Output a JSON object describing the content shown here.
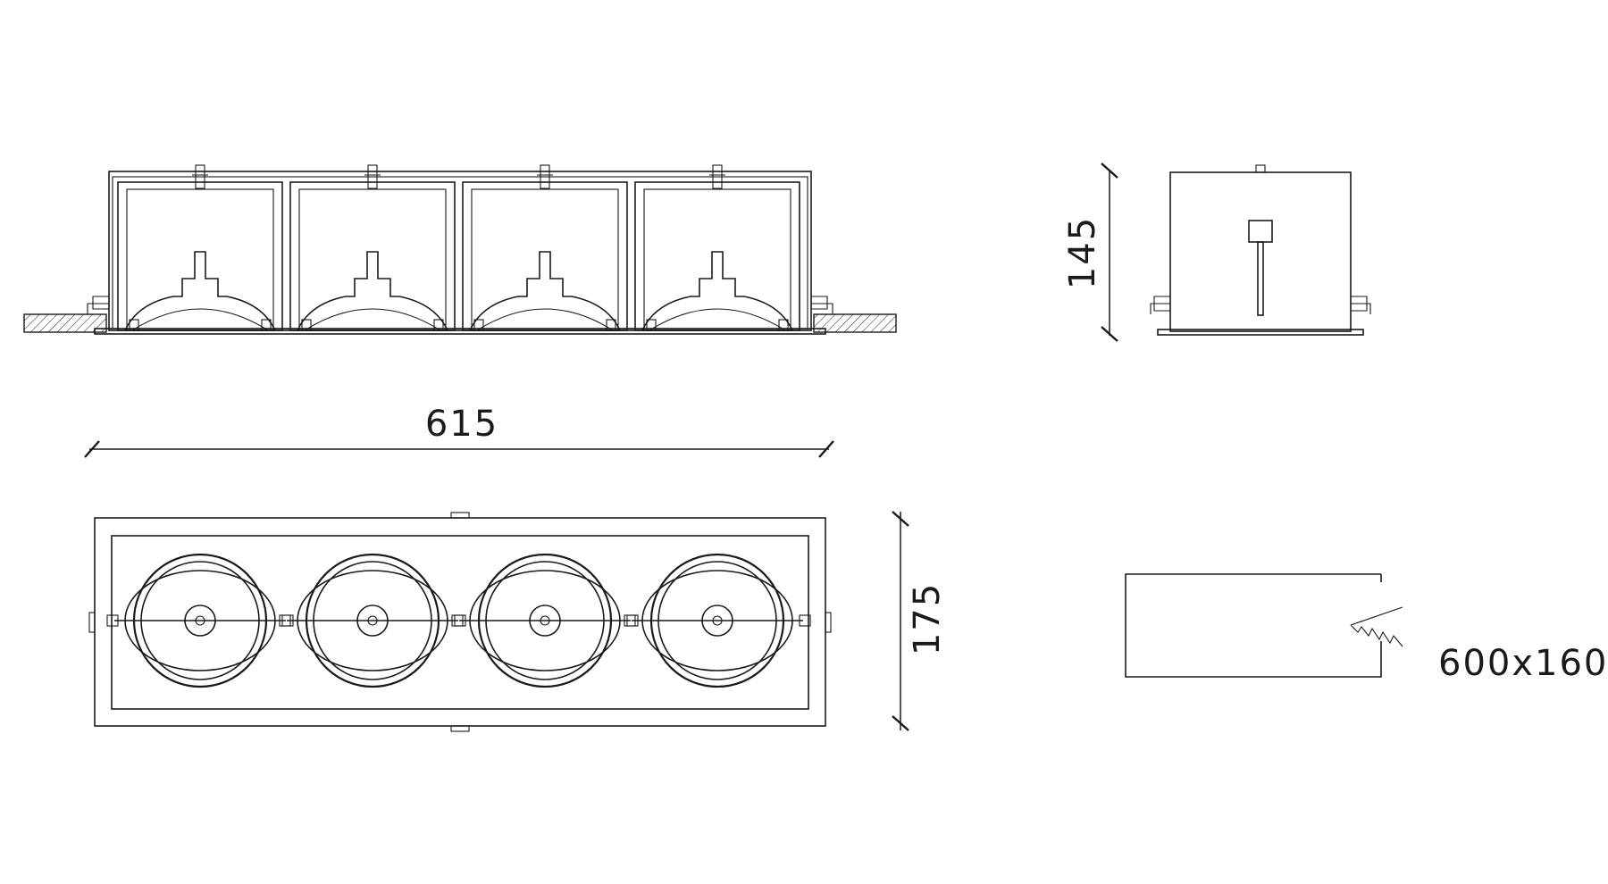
{
  "dimensions": {
    "length": "615",
    "height": "145",
    "width": "175",
    "cutout": "600x160"
  },
  "colors": {
    "line": "#1a1a1a",
    "background": "#ffffff"
  },
  "modules": 4
}
